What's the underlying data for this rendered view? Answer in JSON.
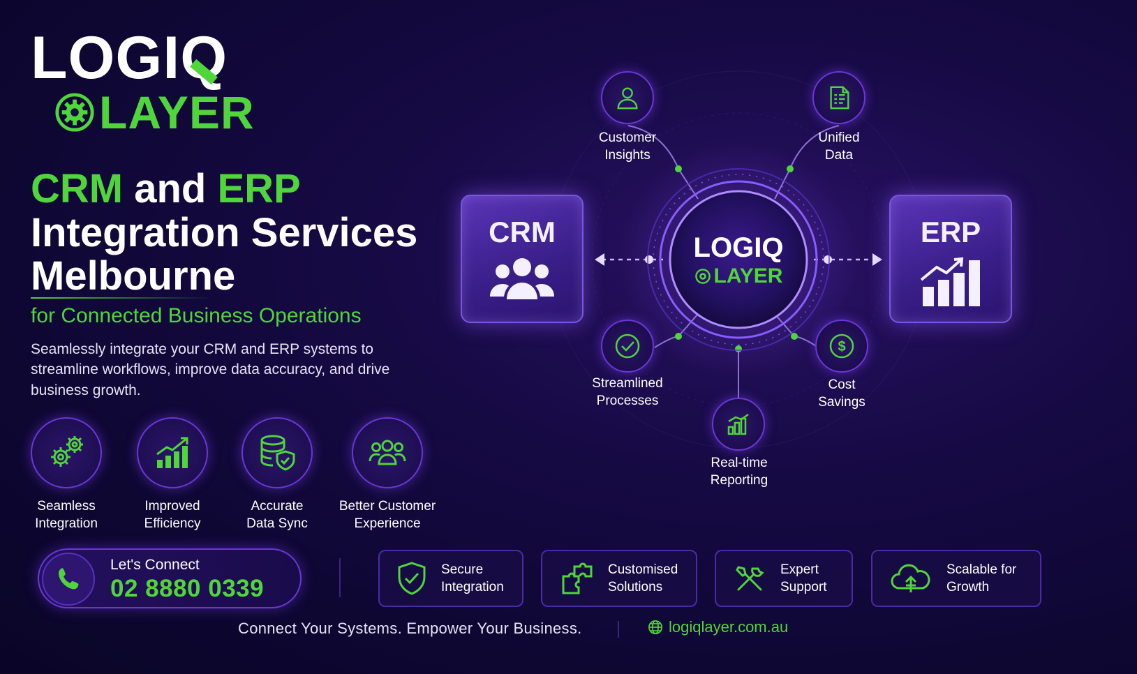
{
  "brand": {
    "logo_top": "LOGIQ",
    "logo_bottom": "LAYER"
  },
  "headline": {
    "line1_a": "CRM",
    "line1_b": " and ",
    "line1_c": "ERP",
    "line2": "Integration Services",
    "line3": "Melbourne"
  },
  "subtitle": "for Connected Business Operations",
  "description": "Seamlessly integrate your CRM and ERP systems to streamline workflows, improve data accuracy, and drive business growth.",
  "features": [
    {
      "icon": "gears-icon",
      "line1": "Seamless",
      "line2": "Integration"
    },
    {
      "icon": "growth-chart-icon",
      "line1": "Improved",
      "line2": "Efficiency"
    },
    {
      "icon": "database-shield-icon",
      "line1": "Accurate",
      "line2": "Data Sync"
    },
    {
      "icon": "users-icon",
      "line1": "Better Customer",
      "line2": "Experience"
    }
  ],
  "contact": {
    "label": "Let's Connect",
    "phone": "02 8880 0339",
    "icon": "phone-icon"
  },
  "badges": [
    {
      "icon": "shield-check-icon",
      "line1": "Secure",
      "line2": "Integration"
    },
    {
      "icon": "puzzle-icon",
      "line1": "Customised",
      "line2": "Solutions"
    },
    {
      "icon": "tools-icon",
      "line1": "Expert",
      "line2": "Support"
    },
    {
      "icon": "cloud-growth-icon",
      "line1": "Scalable for",
      "line2": "Growth"
    }
  ],
  "tagline": "Connect Your Systems. Empower Your Business.",
  "website": {
    "icon": "globe-icon",
    "url": "logiqlayer.com.au"
  },
  "diagram": {
    "left_box": "CRM",
    "right_box": "ERP",
    "center_top": "LOGIQ",
    "center_bottom": "LAYER",
    "nodes": [
      {
        "icon": "person-icon",
        "line1": "Customer",
        "line2": "Insights"
      },
      {
        "icon": "document-icon",
        "line1": "Unified",
        "line2": "Data"
      },
      {
        "icon": "check-circle-icon",
        "line1": "Streamlined",
        "line2": "Processes"
      },
      {
        "icon": "dollar-icon",
        "line1": "Cost",
        "line2": "Savings"
      },
      {
        "icon": "bar-chart-icon",
        "line1": "Real-time",
        "line2": "Reporting"
      }
    ]
  },
  "colors": {
    "accent_green": "#4fd63a",
    "purple_border": "#6b36d8",
    "background": "#0e0733"
  }
}
